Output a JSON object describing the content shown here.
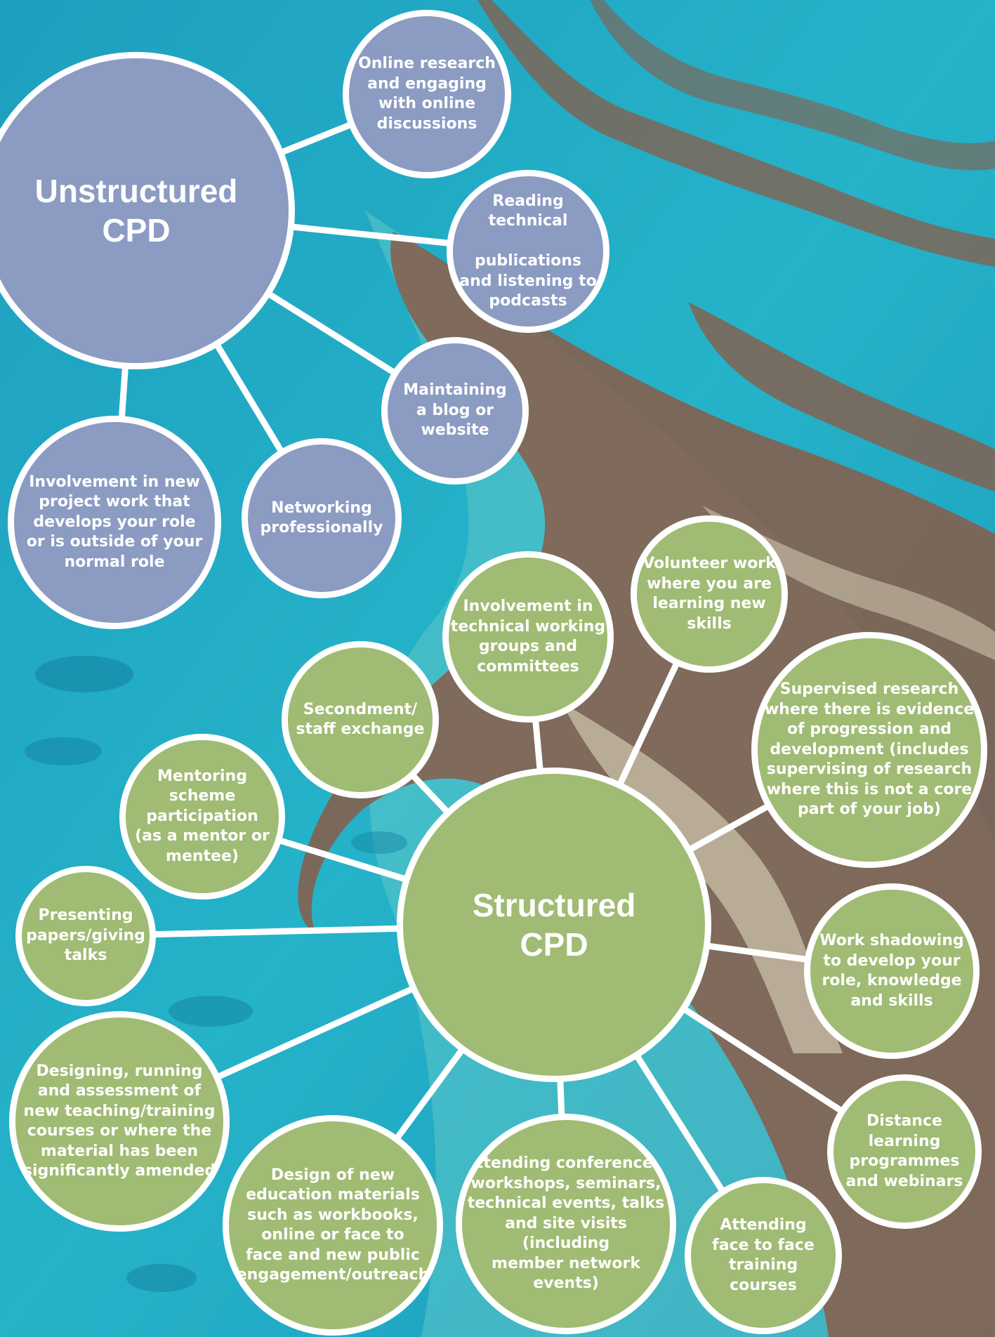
{
  "diagram": {
    "colors": {
      "unstructured_fill": "#8b9bc2",
      "structured_fill": "#a0bb73",
      "border": "#ffffff",
      "background_sea": "#1fa6c2",
      "background_reef": "#8a5c48"
    },
    "unstructured": {
      "title": "Unstructured\nCPD",
      "nodes": [
        {
          "id": "online-research",
          "label": "Online research\nand engaging\nwith online\ndiscussions"
        },
        {
          "id": "reading-technical",
          "label": "Reading\ntechnical\n\npublications\nand listening to\npodcasts"
        },
        {
          "id": "maintaining-blog",
          "label": "Maintaining\na blog or\nwebsite"
        },
        {
          "id": "networking",
          "label": "Networking\nprofessionally"
        },
        {
          "id": "new-project-work",
          "label": "Involvement in new\nproject work that\ndevelops your role\nor is outside of your\nnormal role"
        }
      ]
    },
    "structured": {
      "title": "Structured\nCPD",
      "nodes": [
        {
          "id": "technical-working-groups",
          "label": "Involvement in\ntechnical working\ngroups and\ncommittees"
        },
        {
          "id": "volunteer-work",
          "label": "Volunteer work\nwhere you are\nlearning new\nskills"
        },
        {
          "id": "supervised-research",
          "label": "Supervised research\nwhere there is evidence\nof progression and\ndevelopment (includes\nsupervising of research\nwhere this is not a core\npart of your job)"
        },
        {
          "id": "work-shadowing",
          "label": "Work shadowing\nto develop your\nrole, knowledge\nand skills"
        },
        {
          "id": "distance-learning",
          "label": "Distance\nlearning\nprogrammes\nand webinars"
        },
        {
          "id": "face-to-face-training",
          "label": "Attending\nface to face\ntraining\ncourses"
        },
        {
          "id": "attending-conferences",
          "label": "Attending conferences,\nworkshops, seminars,\ntechnical events, talks\nand site visits (including\nmember network\nevents)"
        },
        {
          "id": "education-materials",
          "label": "Design of new\neducation materials\nsuch as workbooks,\nonline or face to\nface and new public\nengagement/outreach"
        },
        {
          "id": "designing-courses",
          "label": "Designing, running\nand assessment of\nnew teaching/training\ncourses or where the\nmaterial has been\nsignificantly amended"
        },
        {
          "id": "presenting-papers",
          "label": "Presenting\npapers/giving\ntalks"
        },
        {
          "id": "mentoring-scheme",
          "label": "Mentoring\nscheme\nparticipation\n(as a mentor or\nmentee)"
        },
        {
          "id": "secondment",
          "label": "Secondment/\nstaff exchange"
        }
      ]
    }
  }
}
